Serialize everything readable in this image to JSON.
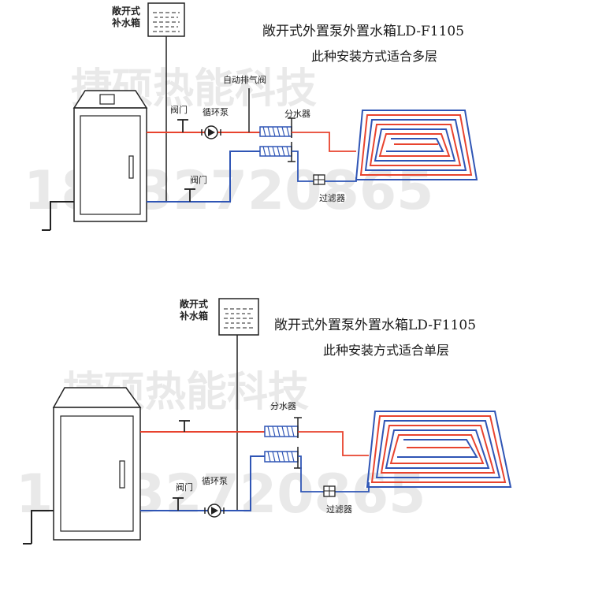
{
  "colors": {
    "hot": "#e8432e",
    "cold": "#2f55b5",
    "line": "#222222",
    "watermark": "#e6e6e6"
  },
  "watermark": {
    "company": "捷硕热能科技",
    "phone": "18632720865"
  },
  "diagram1": {
    "title": "敞开式外置泵外置水箱LD-F1105",
    "subtitle": "此种安装方式适合多层",
    "tank_label_line1": "敞开式",
    "tank_label_line2": "补水箱",
    "air_valve": "自动排气阀",
    "valve_top": "阀门",
    "pump": "循环泵",
    "manifold": "分水器",
    "valve_bottom": "阀门",
    "filter": "过滤器"
  },
  "diagram2": {
    "title": "敞开式外置泵外置水箱LD-F1105",
    "subtitle": "此种安装方式适合单层",
    "tank_label_line1": "敞开式",
    "tank_label_line2": "补水箱",
    "manifold": "分水器",
    "valve": "阀门",
    "pump": "循环泵",
    "filter": "过滤器"
  }
}
